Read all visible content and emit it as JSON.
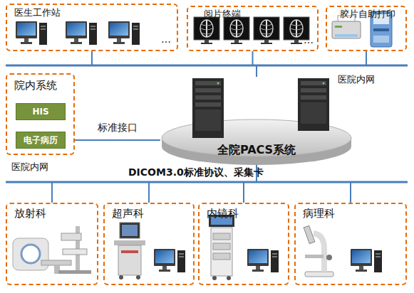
{
  "diagram": {
    "nodes": [
      {
        "text": [
          "医生工作站",
          "…"
        ]
      },
      {
        "text": [
          "阅片终端",
          "…"
        ]
      },
      {
        "text": [
          "胶片自助打印"
        ]
      },
      {
        "text": [
          "院内系统"
        ]
      },
      {
        "text": [
          "HIS"
        ],
        "in": 3
      },
      {
        "text": [
          "电子病历"
        ],
        "in": 3
      },
      {
        "text": [
          "全院PACS系统"
        ]
      },
      {
        "text": [
          "放射科"
        ]
      },
      {
        "text": [
          "超声科"
        ]
      },
      {
        "text": [
          "内镜科"
        ]
      },
      {
        "text": [
          "病理科"
        ]
      }
    ],
    "edges": [
      {
        "from": 0,
        "to": 6,
        "arrow": "none"
      },
      {
        "from": 1,
        "to": 6,
        "arrow": "none"
      },
      {
        "from": 2,
        "to": 6,
        "arrow": "none"
      },
      {
        "from": 3,
        "to": 6,
        "label": "标准接口",
        "arrow": "none"
      },
      {
        "from": 7,
        "to": 6,
        "arrow": "none"
      },
      {
        "from": 8,
        "to": 6,
        "arrow": "none"
      },
      {
        "from": 9,
        "to": 6,
        "arrow": "none"
      },
      {
        "from": 10,
        "to": 6,
        "arrow": "none"
      }
    ],
    "labels": [
      "医院内网",
      "医院内网",
      "DICOM3.0标准协议、采集卡"
    ]
  }
}
